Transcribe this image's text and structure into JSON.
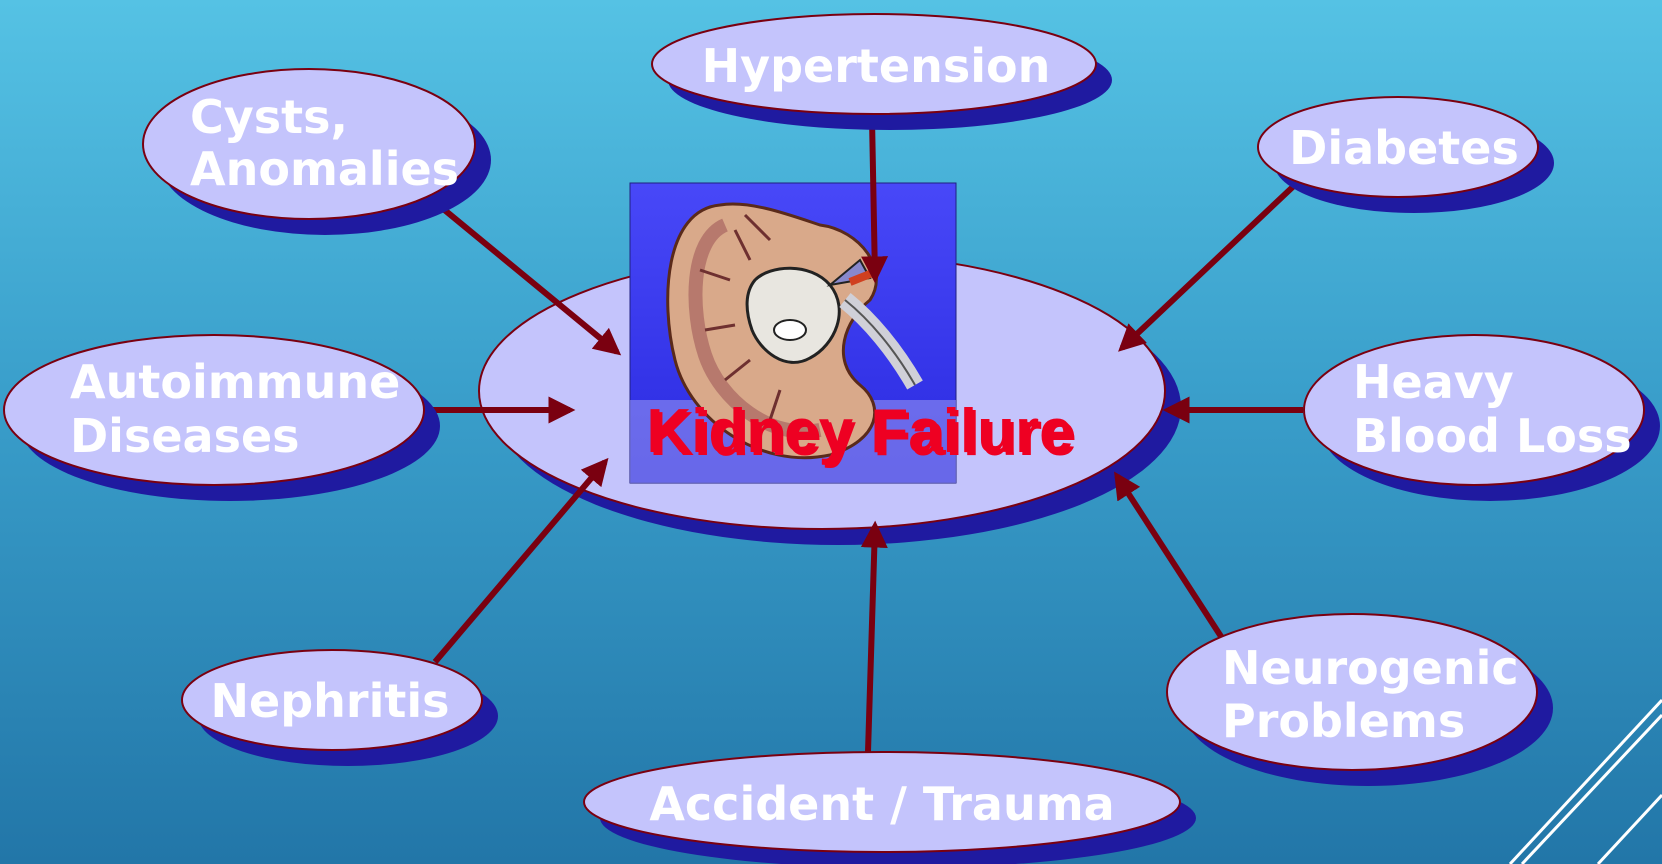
{
  "center": {
    "title": "Kidney Failure",
    "image_icon": "kidney-illustration"
  },
  "causes": {
    "hypertension": [
      "Hypertension"
    ],
    "cysts": [
      "Cysts,",
      "Anomalies"
    ],
    "diabetes": [
      "Diabetes"
    ],
    "autoimmune": [
      "Autoimmune",
      "Diseases"
    ],
    "blood_loss": [
      "Heavy",
      "Blood Loss"
    ],
    "nephritis": [
      "Nephritis"
    ],
    "neurogenic": [
      "Neurogenic",
      "Problems"
    ],
    "trauma": [
      "Accident / Trauma"
    ]
  },
  "colors": {
    "bubble_fill": "#c4c4fc",
    "bubble_border": "#7a0010",
    "bubble_shadow": "#1f1aa0",
    "arrow": "#7a0010",
    "center_text": "#ee0022",
    "image_bg": "#3b3bf5"
  }
}
